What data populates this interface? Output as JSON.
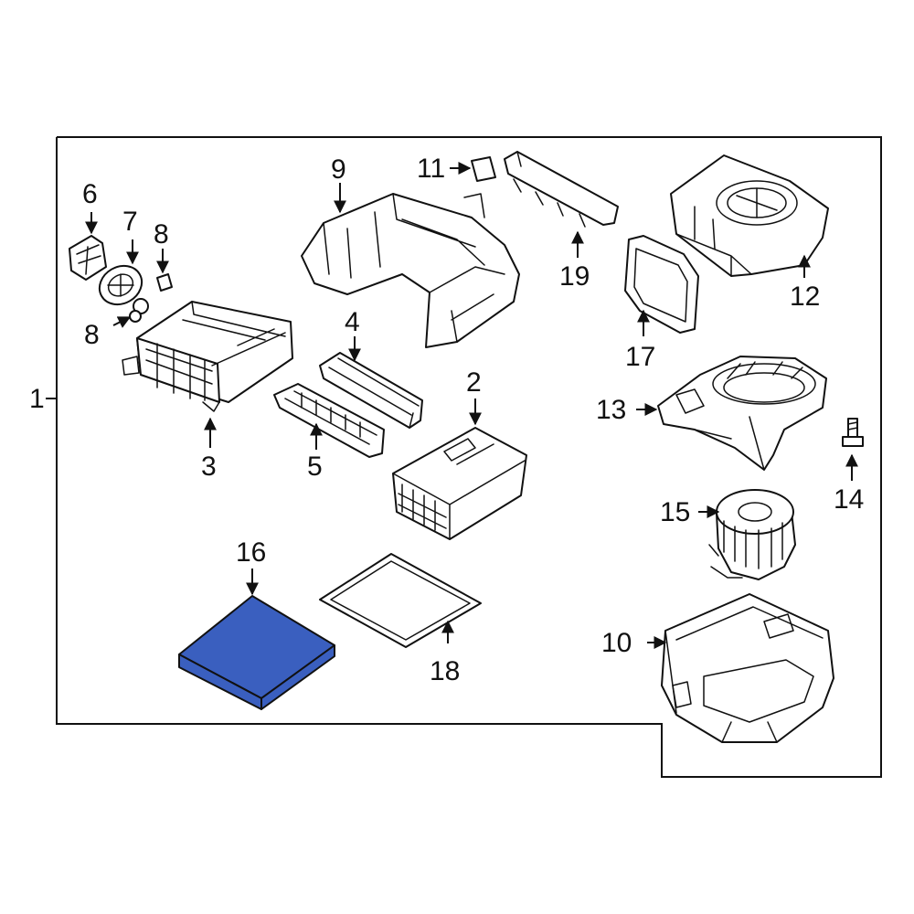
{
  "diagram": {
    "assembly_label": "1",
    "highlight_color": "#3a5fbf",
    "line_color": "#111111",
    "callouts": {
      "c2": "2",
      "c3": "3",
      "c4": "4",
      "c5": "5",
      "c6": "6",
      "c7": "7",
      "c8a": "8",
      "c8b": "8",
      "c9": "9",
      "c10": "10",
      "c11": "11",
      "c12": "12",
      "c13": "13",
      "c14": "14",
      "c15": "15",
      "c16": "16",
      "c17": "17",
      "c18": "18",
      "c19": "19"
    }
  }
}
